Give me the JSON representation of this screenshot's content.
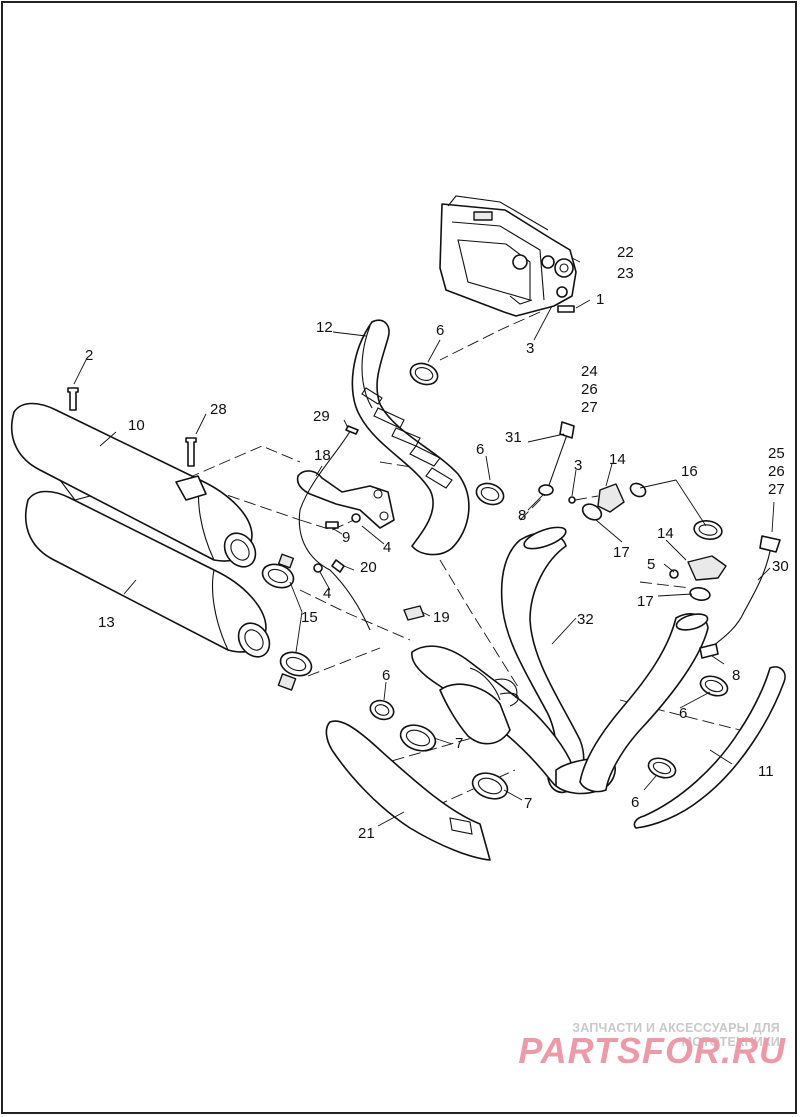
{
  "callouts": [
    {
      "id": "c1",
      "text": "1"
    },
    {
      "id": "c2",
      "text": "2"
    },
    {
      "id": "c3a",
      "text": "3"
    },
    {
      "id": "c3b",
      "text": "3"
    },
    {
      "id": "c4a",
      "text": "4"
    },
    {
      "id": "c4b",
      "text": "4"
    },
    {
      "id": "c5",
      "text": "5"
    },
    {
      "id": "c6a",
      "text": "6"
    },
    {
      "id": "c6b",
      "text": "6"
    },
    {
      "id": "c6c",
      "text": "6"
    },
    {
      "id": "c6d",
      "text": "6"
    },
    {
      "id": "c6e",
      "text": "6"
    },
    {
      "id": "c7a",
      "text": "7"
    },
    {
      "id": "c7b",
      "text": "7"
    },
    {
      "id": "c8a",
      "text": "8"
    },
    {
      "id": "c8b",
      "text": "8"
    },
    {
      "id": "c9",
      "text": "9"
    },
    {
      "id": "c10",
      "text": "10"
    },
    {
      "id": "c11",
      "text": "11"
    },
    {
      "id": "c12",
      "text": "12"
    },
    {
      "id": "c13",
      "text": "13"
    },
    {
      "id": "c14a",
      "text": "14"
    },
    {
      "id": "c14b",
      "text": "14"
    },
    {
      "id": "c15",
      "text": "15"
    },
    {
      "id": "c16",
      "text": "16"
    },
    {
      "id": "c17a",
      "text": "17"
    },
    {
      "id": "c17b",
      "text": "17"
    },
    {
      "id": "c18",
      "text": "18"
    },
    {
      "id": "c19",
      "text": "19"
    },
    {
      "id": "c20",
      "text": "20"
    },
    {
      "id": "c21",
      "text": "21"
    },
    {
      "id": "c22",
      "text": "22"
    },
    {
      "id": "c23",
      "text": "23"
    },
    {
      "id": "c24",
      "text": "24"
    },
    {
      "id": "c26a",
      "text": "26"
    },
    {
      "id": "c27a",
      "text": "27"
    },
    {
      "id": "c25",
      "text": "25"
    },
    {
      "id": "c26b",
      "text": "26"
    },
    {
      "id": "c27b",
      "text": "27"
    },
    {
      "id": "c28",
      "text": "28"
    },
    {
      "id": "c29",
      "text": "29"
    },
    {
      "id": "c30",
      "text": "30"
    },
    {
      "id": "c31",
      "text": "31"
    },
    {
      "id": "c32",
      "text": "32"
    }
  ],
  "watermark": {
    "caption": "ЗАПЧАСТИ И АКСЕССУАРЫ ДЛЯ МОТОТЕХНИКИ",
    "logo": "PARTSFOR.RU",
    "caption_color": "#c9c9c9",
    "logo_color": "#ed9aa8"
  }
}
